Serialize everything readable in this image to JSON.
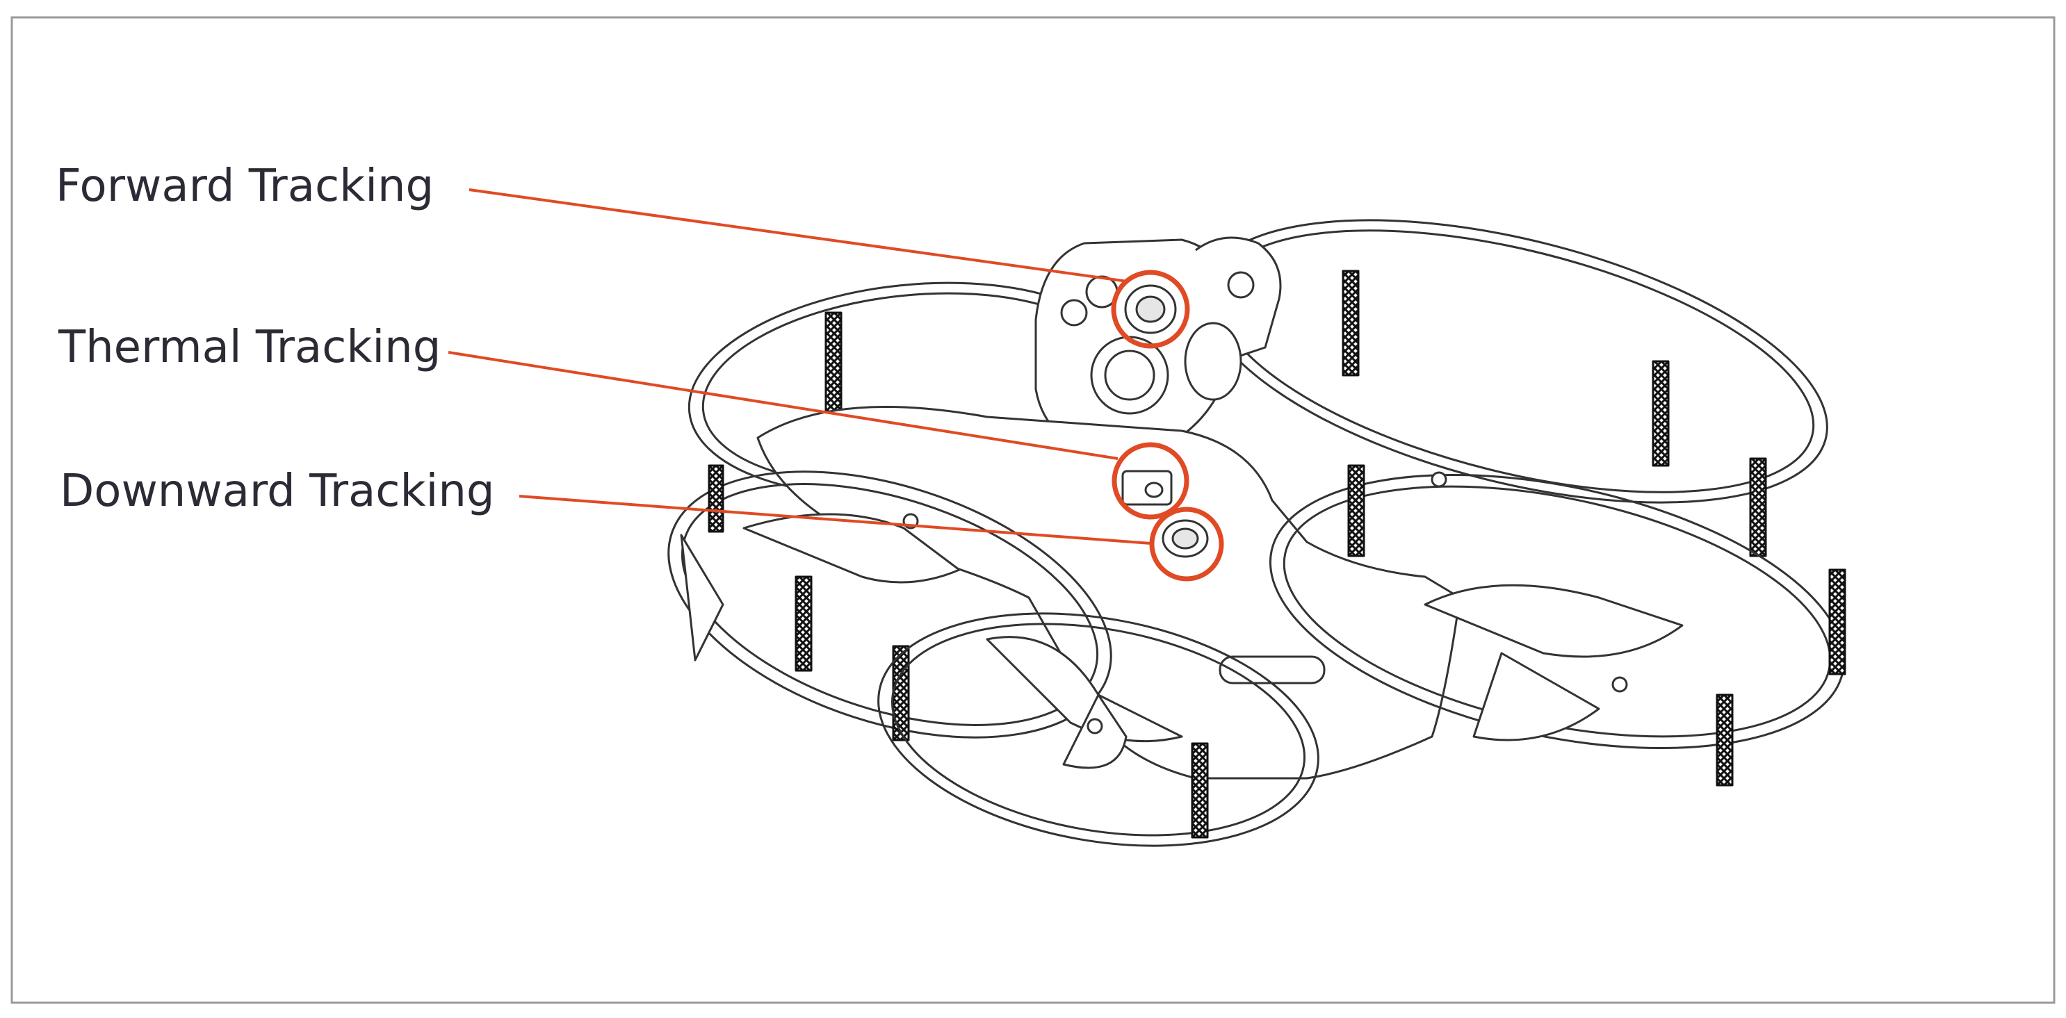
{
  "callouts": [
    {
      "id": "forward",
      "label": "Forward Tracking"
    },
    {
      "id": "thermal",
      "label": "Thermal Tracking"
    },
    {
      "id": "downward",
      "label": "Downward Tracking"
    }
  ],
  "colors": {
    "callout": "#e04a24",
    "outline": "#333333",
    "frame_border": "#9a9a9a",
    "label_text": "#2b2b36",
    "standoff": "#222222"
  }
}
